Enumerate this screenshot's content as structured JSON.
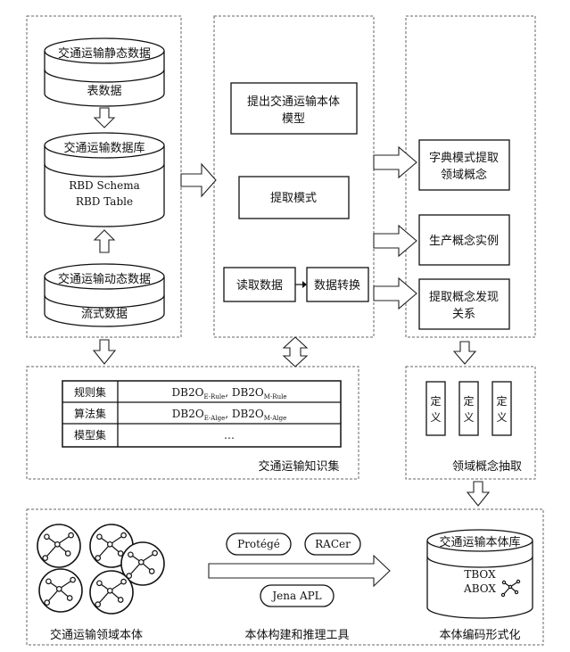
{
  "left_panel": {
    "static_db": {
      "title": "交通运输静态数据",
      "sub": "表数据"
    },
    "transport_db": {
      "title": "交通运输数据库",
      "line1": "RBD Schema",
      "line2": "RBD Table"
    },
    "dynamic_db": {
      "title": "交通运输动态数据",
      "sub": "流式数据"
    }
  },
  "middle_panel": {
    "propose_model": {
      "line1": "提出交通运输本体",
      "line2": "模型"
    },
    "extract_schema": "提取模式",
    "read_data": "读取数据",
    "data_convert": "数据转换"
  },
  "right_panel": {
    "dict_extract": {
      "line1": "字典模式提取",
      "line2": "领域概念"
    },
    "produce_instance": "生产概念实例",
    "discover_relation": {
      "line1": "提取概念发现",
      "line2": "关系"
    }
  },
  "knowledge_set": {
    "rows": [
      {
        "label": "规则集",
        "p1": "DB2O",
        "s1": "E-Rule",
        "p2": ", DB2O",
        "s2": "M-Rule"
      },
      {
        "label": "算法集",
        "p1": "DB2O",
        "s1": "E-Alge",
        "p2": ", DB2O",
        "s2": "M-Alge"
      },
      {
        "label": "模型集",
        "p1": "…",
        "s1": "",
        "p2": "",
        "s2": ""
      }
    ],
    "caption": "交通运输知识集"
  },
  "domain_concept": {
    "cards": [
      {
        "c1": "定",
        "c2": "义"
      },
      {
        "c1": "定",
        "c2": "义"
      },
      {
        "c1": "定",
        "c2": "义"
      }
    ],
    "caption": "领域概念抽取"
  },
  "bottom_panel": {
    "left_caption": "交通运输领域本体",
    "tools": [
      "Protégé",
      "RACer",
      "Jena APL"
    ],
    "middle_caption": "本体构建和推理工具",
    "ontology_db": {
      "title": "交通运输本体库",
      "line1": "TBOX",
      "line2": "ABOX"
    },
    "right_caption": "本体编码形式化"
  }
}
